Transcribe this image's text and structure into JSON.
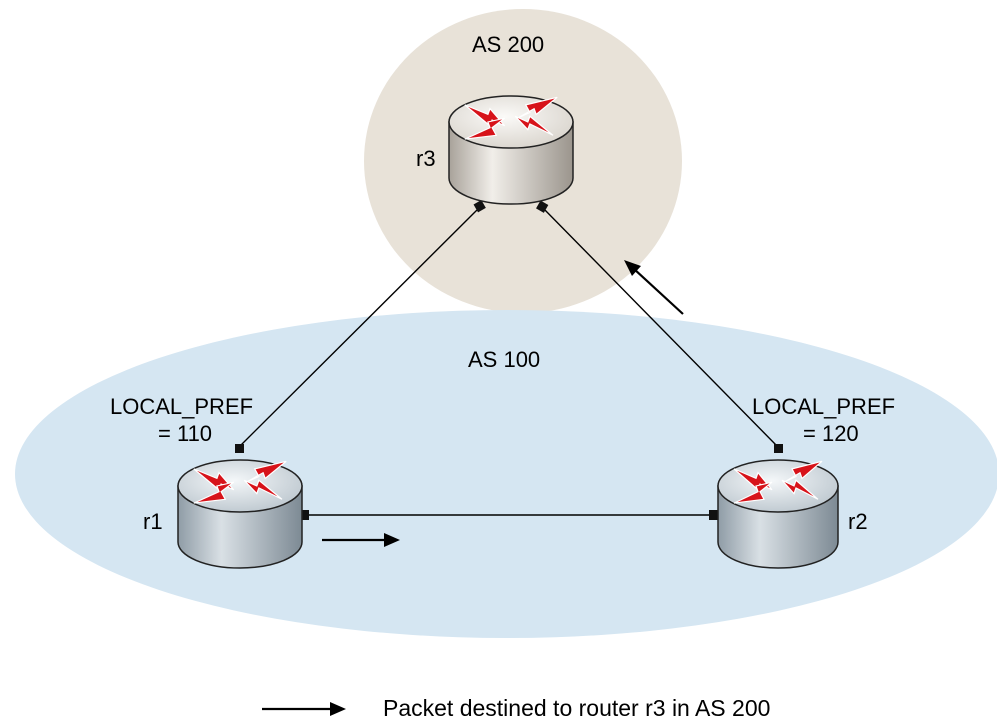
{
  "as_top": {
    "label": "AS 200",
    "fill": "#e8e2d8"
  },
  "as_bottom": {
    "label": "AS 100",
    "fill": "#d5e6f2"
  },
  "routers": {
    "r1": {
      "name": "r1",
      "local_pref_label": "LOCAL_PREF",
      "local_pref_value": "= 110"
    },
    "r2": {
      "name": "r2",
      "local_pref_label": "LOCAL_PREF",
      "local_pref_value": "= 120"
    },
    "r3": {
      "name": "r3"
    }
  },
  "legend": {
    "text": "Packet destined to router r3 in AS 200"
  },
  "colors": {
    "arrow_red": "#d7131a",
    "router_body": "#b7c3cb",
    "router_top_r3": "#ece9e4"
  },
  "icons": {
    "router": "router-icon",
    "arrow": "arrow-right-icon"
  }
}
